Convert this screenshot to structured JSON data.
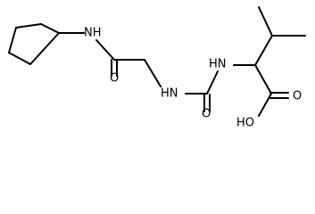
{
  "molecule": {
    "atom_labels": {
      "amide_nh": "NH",
      "amide_o": "O",
      "urea_nh_left": "HN",
      "urea_o": "O",
      "urea_nh_right": "HN",
      "acid_o": "O",
      "acid_oh": "HO"
    }
  }
}
